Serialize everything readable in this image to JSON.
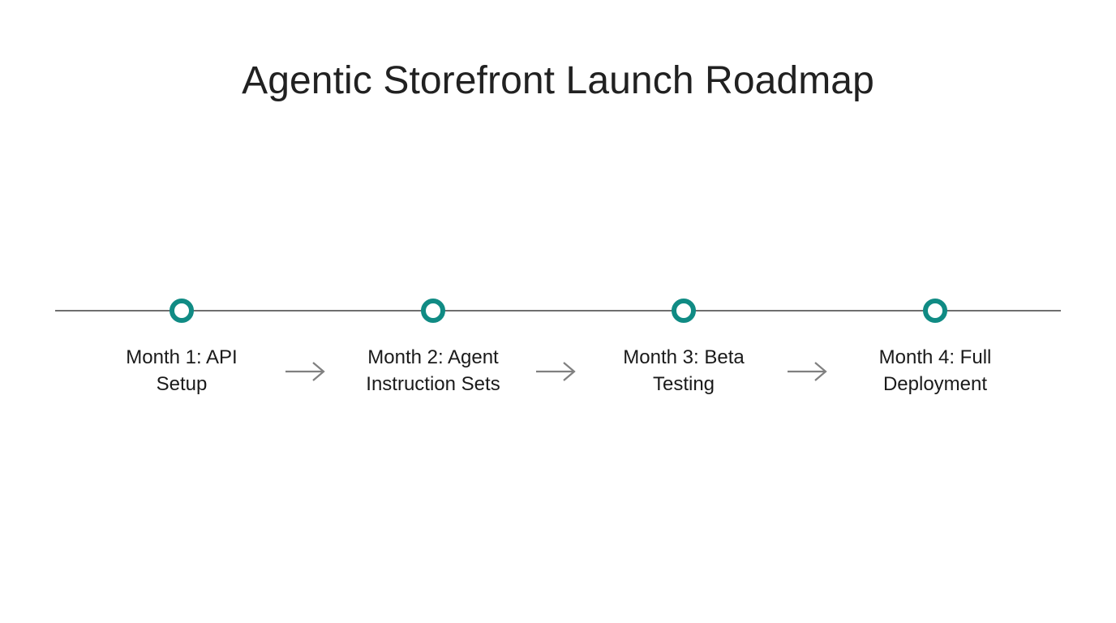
{
  "slide": {
    "title": "Agentic Storefront Launch Roadmap",
    "background_color": "#ffffff",
    "title_color": "#212121"
  },
  "timeline": {
    "axis_color": "#6e6e6e",
    "marker_color": "#108b84",
    "marker_fill": "#ffffff",
    "connector_color": "#808080",
    "label_color": "#1a1a1a",
    "connector_icon": "arrow-right-icon",
    "milestones": [
      {
        "id": "month-1",
        "label": "Month 1: API Setup",
        "line1": "Month 1: API",
        "line2": "Setup",
        "marker": "milestone-ring-icon"
      },
      {
        "id": "month-2",
        "label": "Month 2: Agent Instruction Sets",
        "line1": "Month 2: Agent",
        "line2": "Instruction Sets",
        "marker": "milestone-ring-icon"
      },
      {
        "id": "month-3",
        "label": "Month 3: Beta Testing",
        "line1": "Month 3: Beta",
        "line2": "Testing",
        "marker": "milestone-ring-icon"
      },
      {
        "id": "month-4",
        "label": "Month 4: Full Deployment",
        "line1": "Month 4: Full",
        "line2": "Deployment",
        "marker": "milestone-ring-icon"
      }
    ],
    "connectors": [
      {
        "id": "connector-1-2",
        "glyph": "→"
      },
      {
        "id": "connector-2-3",
        "glyph": "→"
      },
      {
        "id": "connector-3-4",
        "glyph": "→"
      }
    ]
  }
}
